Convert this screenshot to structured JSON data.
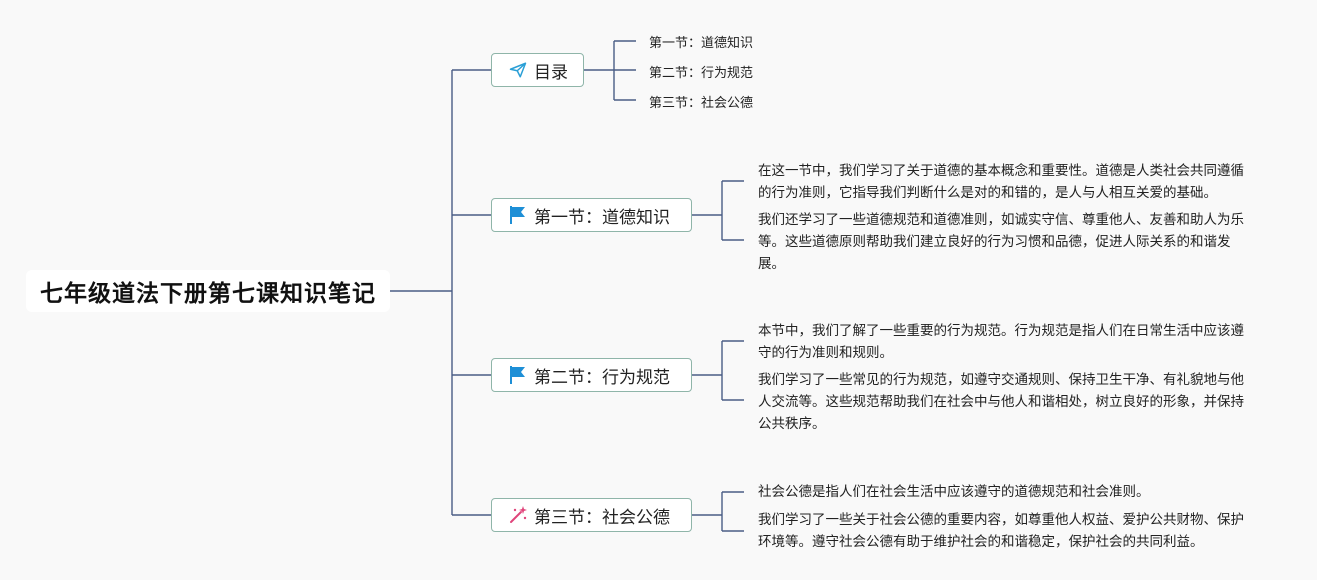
{
  "root": {
    "title": "七年级道法下册第七课知识笔记"
  },
  "toc": {
    "label": "目录",
    "icon": "paper-plane-icon",
    "items": [
      "第一节：道德知识",
      "第二节：行为规范",
      "第三节：社会公德"
    ]
  },
  "sections": [
    {
      "label": "第一节：道德知识",
      "icon": "flag-icon",
      "paragraphs": [
        "在这一节中，我们学习了关于道德的基本概念和重要性。道德是人类社会共同遵循的行为准则，它指导我们判断什么是对的和错的，是人与人相互关爱的基础。",
        "我们还学习了一些道德规范和道德准则，如诚实守信、尊重他人、友善和助人为乐等。这些道德原则帮助我们建立良好的行为习惯和品德，促进人际关系的和谐发展。"
      ]
    },
    {
      "label": "第二节：行为规范",
      "icon": "flag-icon",
      "paragraphs": [
        "本节中，我们了解了一些重要的行为规范。行为规范是指人们在日常生活中应该遵守的行为准则和规则。",
        "我们学习了一些常见的行为规范，如遵守交通规则、保持卫生干净、有礼貌地与他人交流等。这些规范帮助我们在社会中与他人和谐相处，树立良好的形象，并保持公共秩序。"
      ]
    },
    {
      "label": "第三节：社会公德",
      "icon": "magic-wand-icon",
      "paragraphs": [
        "社会公德是指人们在社会生活中应该遵守的道德规范和社会准则。",
        "我们学习了一些关于社会公德的重要内容，如尊重他人权益、爱护公共财物、保护环境等。遵守社会公德有助于维护社会的和谐稳定，保护社会的共同利益。"
      ]
    }
  ],
  "colors": {
    "line": "#4a5d86",
    "node_border": "#8fb5a9",
    "flag": "#1e8fd6",
    "plane": "#2a9fd6",
    "wand": "#e0457b"
  }
}
